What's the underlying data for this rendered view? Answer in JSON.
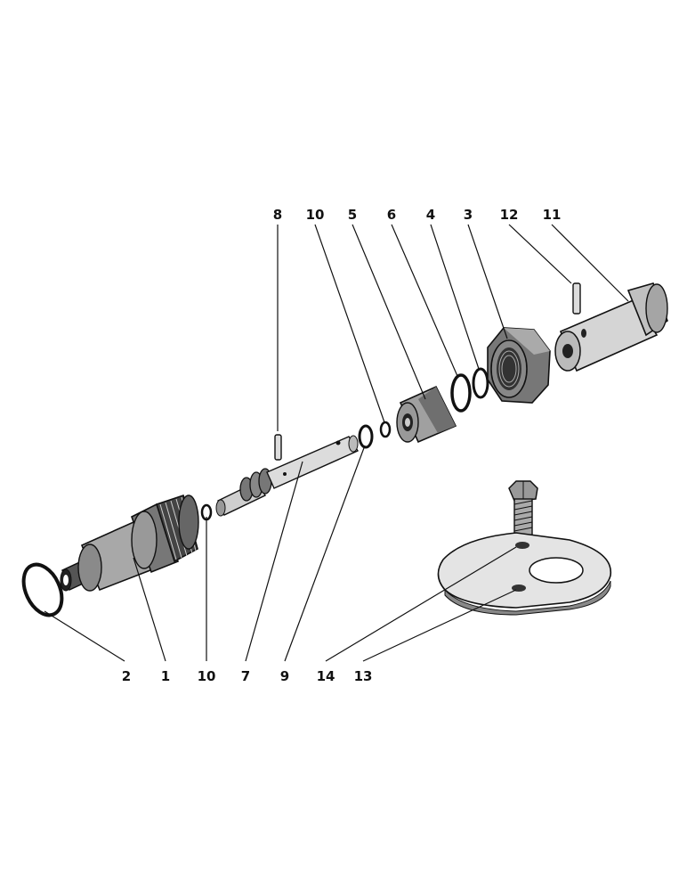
{
  "callouts": {
    "top": {
      "p8": "8",
      "p10a": "10",
      "p5": "5",
      "p6": "6",
      "p4": "4",
      "p3": "3",
      "p12": "12",
      "p11": "11"
    },
    "bottom": {
      "p2": "2",
      "p1": "1",
      "p10b": "10",
      "p7": "7",
      "p9": "9",
      "p14": "14",
      "p13": "13"
    }
  },
  "colors": {
    "ink": "#111111",
    "paper": "#ffffff",
    "shade": "#9a9a9a",
    "light": "#d8d8d8"
  }
}
